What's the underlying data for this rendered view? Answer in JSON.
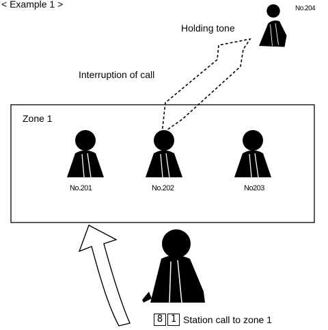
{
  "example_title": "< Example 1 >",
  "labels": {
    "holding_tone": "Holding tone",
    "interruption": "Interruption of call",
    "zone": "Zone 1",
    "station_call": "Station call to zone 1"
  },
  "stations": {
    "s201": "No.201",
    "s202": "No.202",
    "s203": "No203",
    "s204": "No.204"
  },
  "keys": {
    "k1": "8",
    "k2": "1"
  }
}
